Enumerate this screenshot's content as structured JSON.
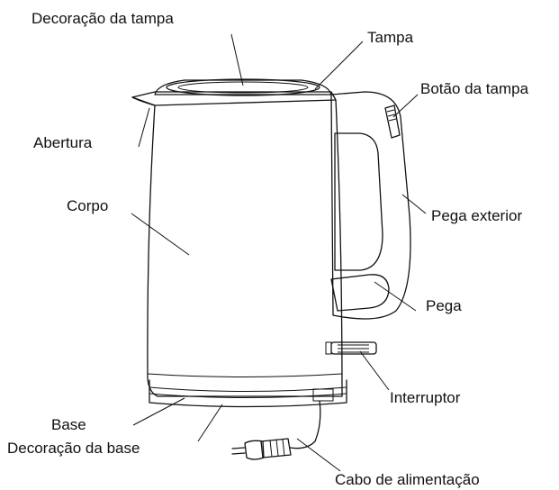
{
  "labels": {
    "lid_decoration": "Decoração da tampa",
    "lid": "Tampa",
    "lid_button": "Botão da tampa",
    "spout": "Abertura",
    "body": "Corpo",
    "outer_handle": "Pega exterior",
    "handle": "Pega",
    "switch": "Interruptor",
    "base": "Base",
    "base_decoration": "Decoração da base",
    "power_cord": "Cabo de alimentação"
  }
}
